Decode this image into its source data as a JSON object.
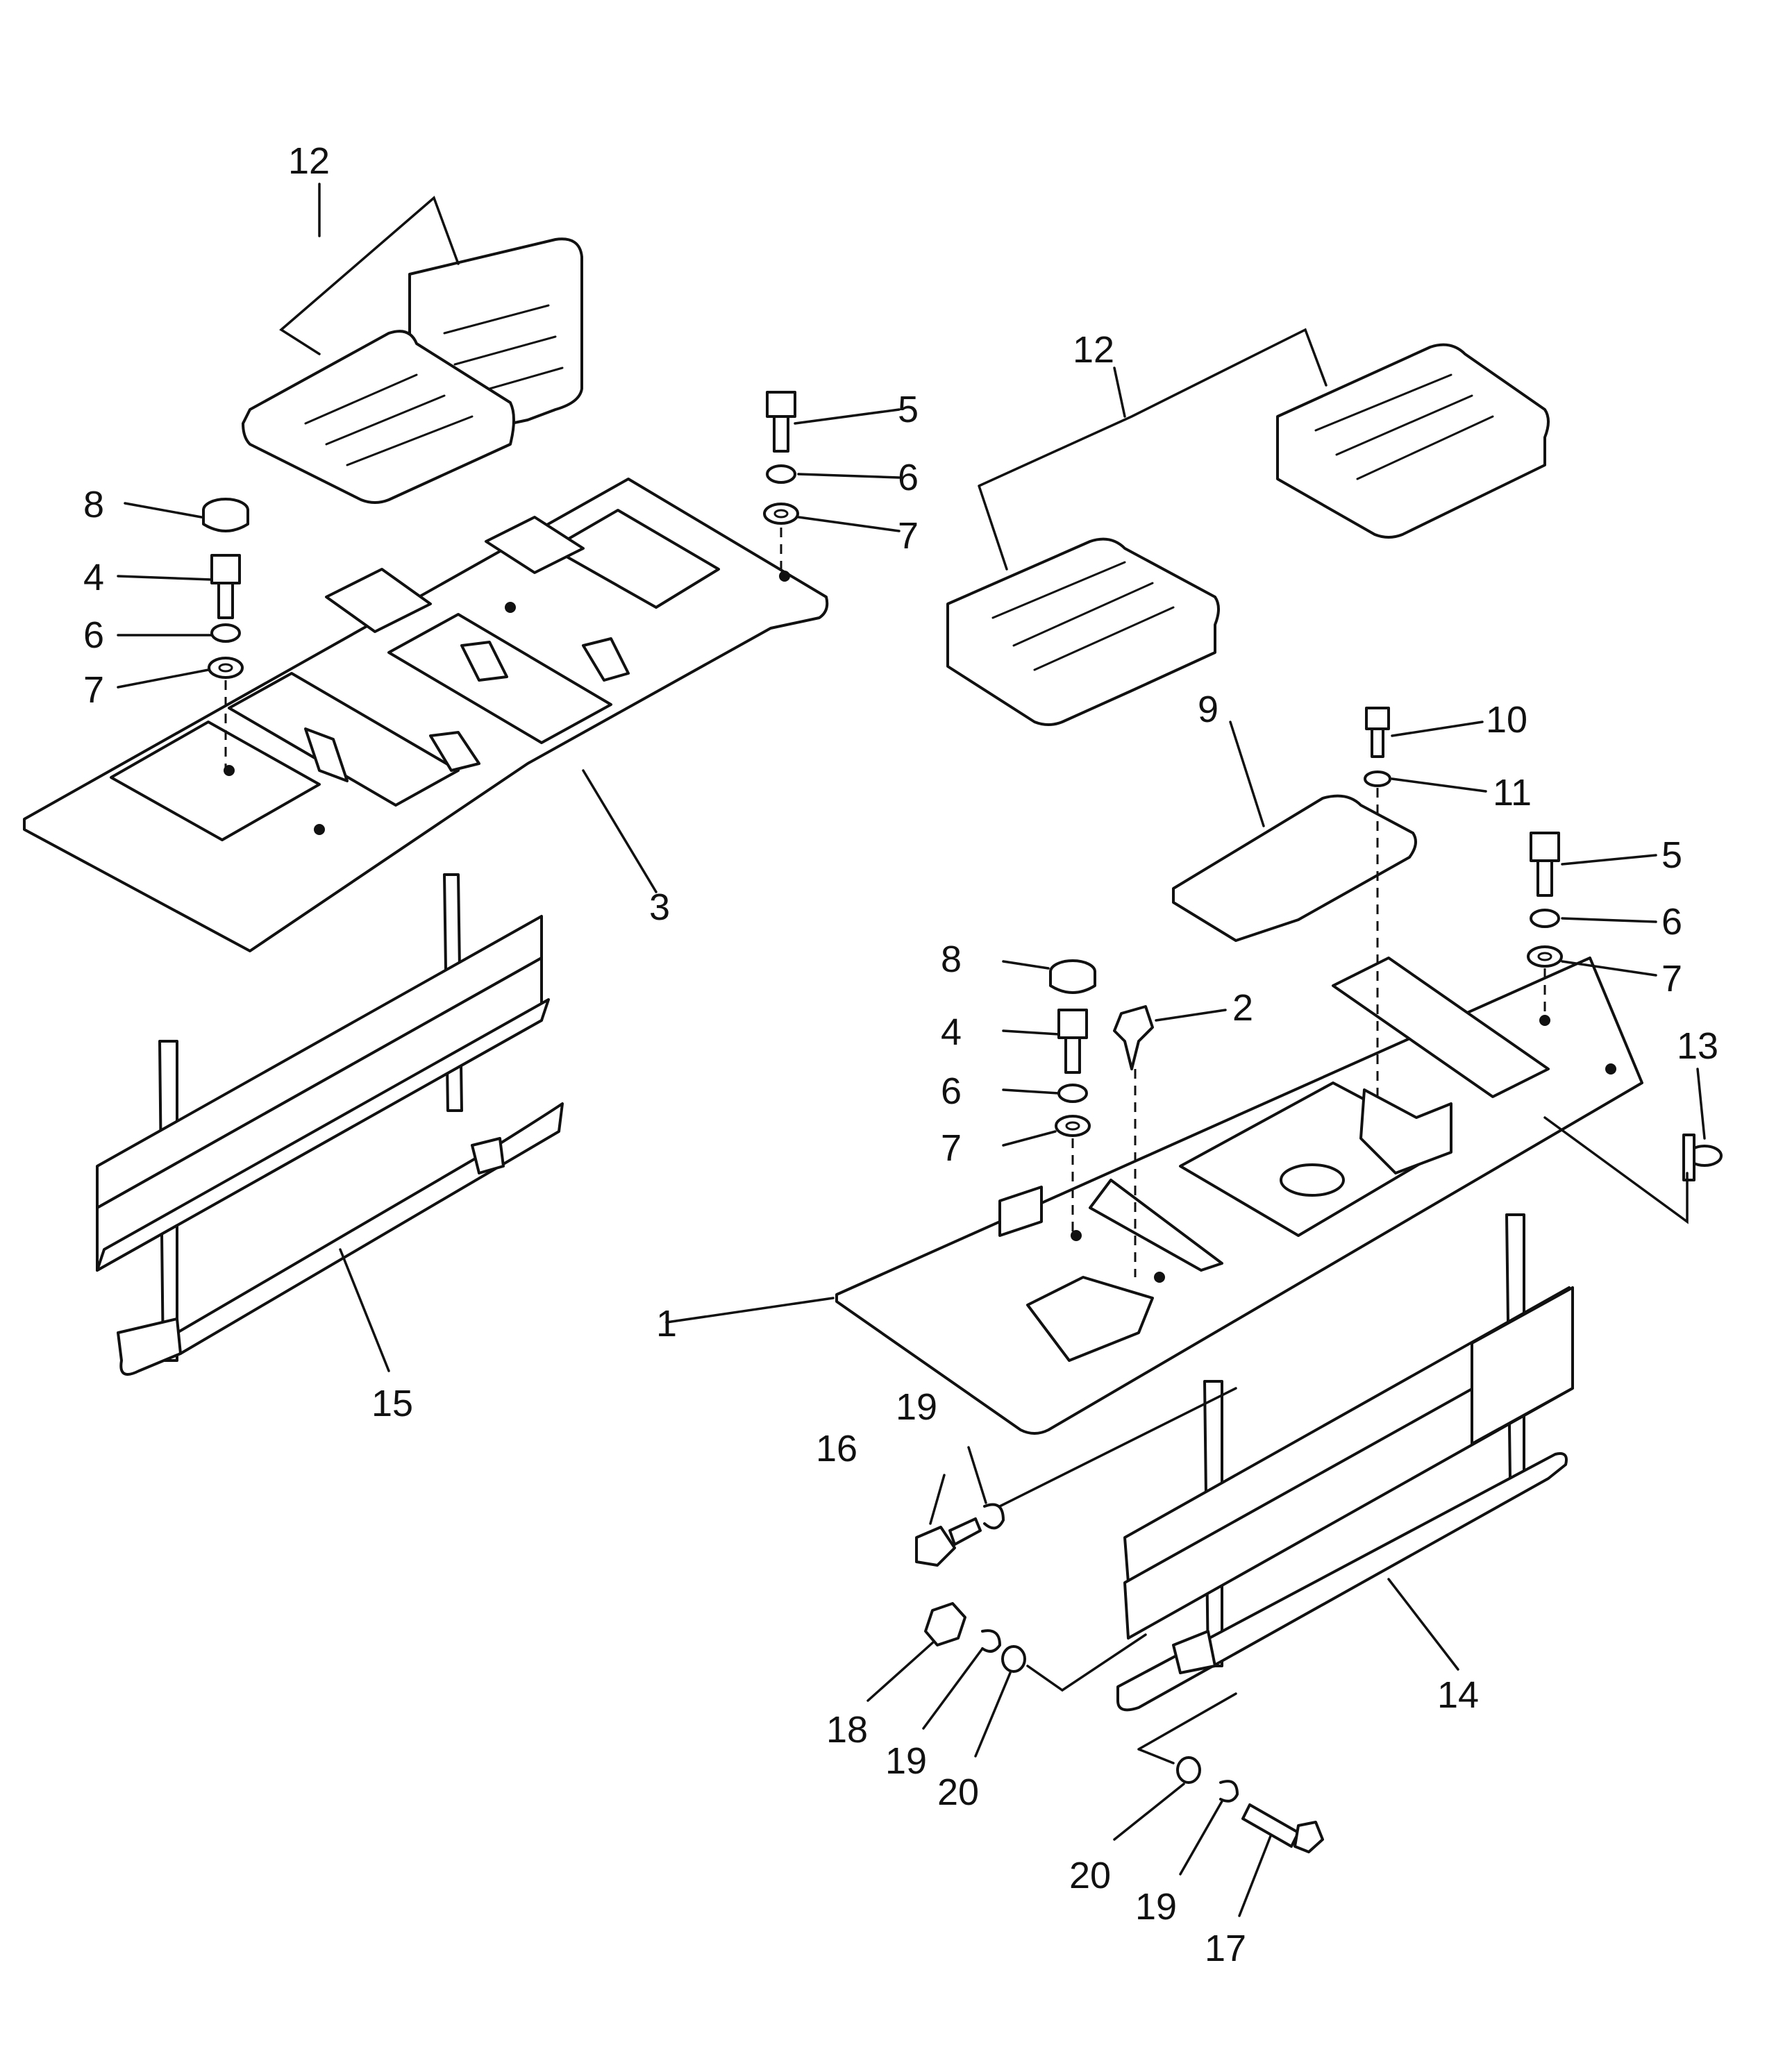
{
  "callouts": {
    "c1": "1",
    "c2": "2",
    "c3": "3",
    "c4_left": "4",
    "c4_right": "4",
    "c5_left": "5",
    "c5_right": "5",
    "c6_left_a": "6",
    "c6_left_b": "6",
    "c6_right_a": "6",
    "c6_right_b": "6",
    "c7_left_a": "7",
    "c7_left_b": "7",
    "c7_right_a": "7",
    "c7_right_b": "7",
    "c8_left": "8",
    "c8_right": "8",
    "c9": "9",
    "c10": "10",
    "c11": "11",
    "c12_left": "12",
    "c12_right": "12",
    "c13": "13",
    "c14": "14",
    "c15": "15",
    "c16": "16",
    "c17": "17",
    "c18": "18",
    "c19_a": "19",
    "c19_b": "19",
    "c19_c": "19",
    "c20_a": "20",
    "c20_b": "20"
  }
}
